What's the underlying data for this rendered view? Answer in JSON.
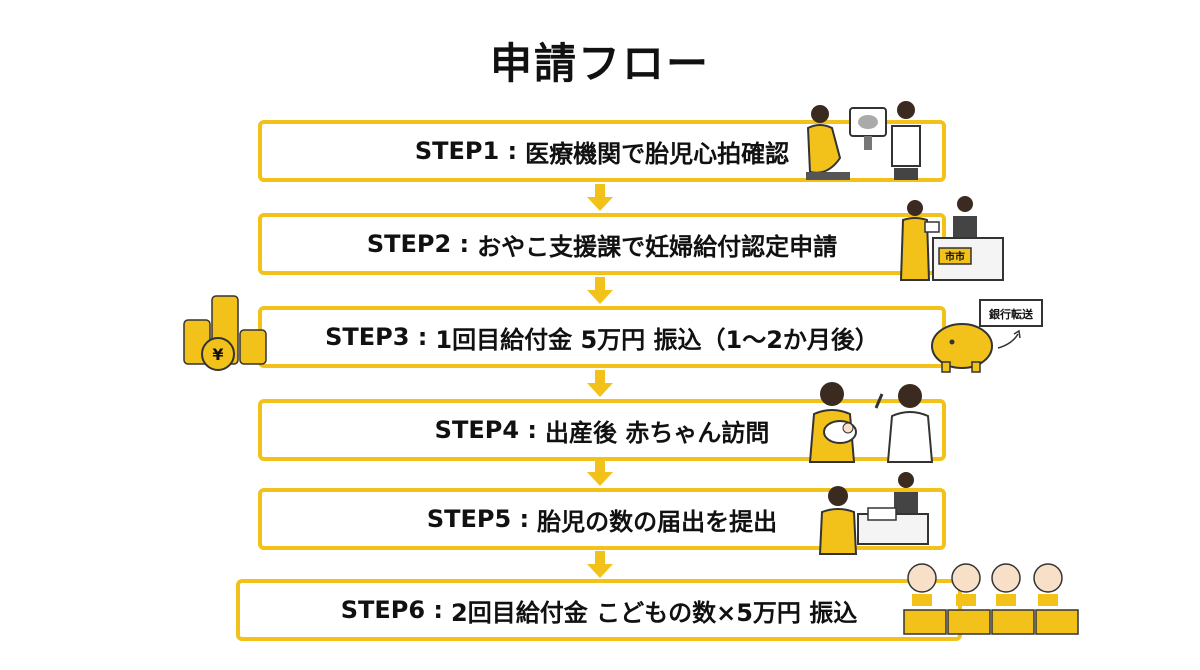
{
  "title": "申請フロー",
  "steps": [
    {
      "label": "STEP1 :",
      "text": "医療機関で胎児心拍確認"
    },
    {
      "label": "STEP2 :",
      "text": "おやこ支援課で妊婦給付認定申請"
    },
    {
      "label": "STEP3 :",
      "text": "1回目給付金 5万円 振込（1〜2か月後）"
    },
    {
      "label": "STEP4 :",
      "text": "出産後  赤ちゃん訪問"
    },
    {
      "label": "STEP5 :",
      "text": "胎児の数の届出を提出"
    },
    {
      "label": "STEP6 :",
      "text": "2回目給付金  こどもの数×5万円 振込"
    }
  ],
  "illustrations": {
    "city_sign": "市市",
    "bank_sign": "銀行転送",
    "coin_mark": "¥"
  },
  "colors": {
    "accent": "#f2c21a",
    "text": "#111111",
    "line": "#333333"
  },
  "icons": [
    "pregnant-checkup-icon",
    "city-office-icon",
    "coin-stack-icon",
    "piggy-bank-icon",
    "newborn-visit-icon",
    "submission-desk-icon",
    "babies-cash-icon"
  ]
}
